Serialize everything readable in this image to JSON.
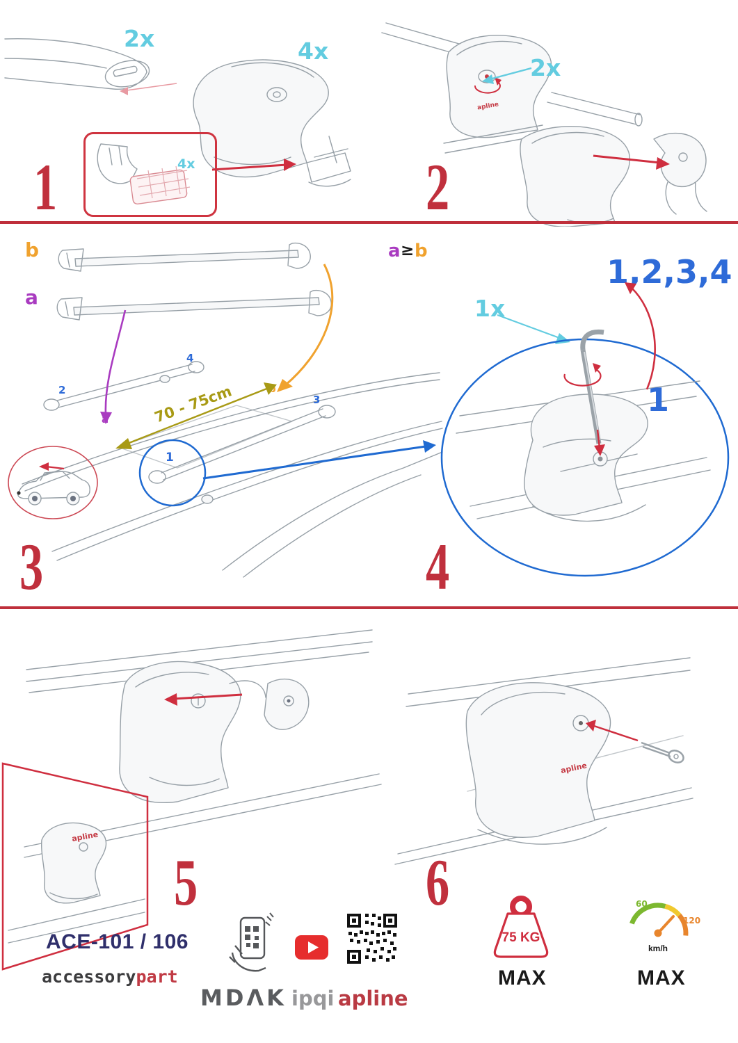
{
  "colors": {
    "red": "#c0303d",
    "cyan": "#63cce0",
    "purple": "#a93bc0",
    "orange": "#f0a22e",
    "olive": "#a89a15",
    "blue": "#2e6bd8",
    "navy": "#2f2f6b"
  },
  "steps": {
    "s1": {
      "number": "1",
      "qty_bar": "2x",
      "qty_foot": "4x",
      "qty_pad": "4x"
    },
    "s2": {
      "number": "2",
      "qty_lock": "2x",
      "foot_logo": "apline"
    },
    "s3": {
      "number": "3",
      "bar_b": "b",
      "bar_a": "a",
      "measure": "70 - 75cm",
      "pos1": "1",
      "pos2": "2",
      "pos3": "3",
      "pos4": "4",
      "roof_a": "a",
      "roof_b": "b"
    },
    "s4": {
      "number": "4",
      "rel_a": "a",
      "rel_sym": "≥",
      "rel_b": "b",
      "qty_key": "1x",
      "sequence": "1,2,3,4",
      "first": "1"
    },
    "s5": {
      "number": "5",
      "foot_logo": "apline"
    },
    "s6": {
      "number": "6",
      "foot_logo": "apline"
    }
  },
  "footer": {
    "model": "ACE-101 / 106",
    "brand_gray": "accessory",
    "brand_red": "part",
    "mdak": "MDΛK",
    "ipqi": "ipqi",
    "apline": "apline",
    "weight": "75 KG",
    "weight_max": "MAX",
    "speed_low": "60",
    "speed_high": "120",
    "speed_unit": "km/h",
    "speed_max": "MAX"
  }
}
